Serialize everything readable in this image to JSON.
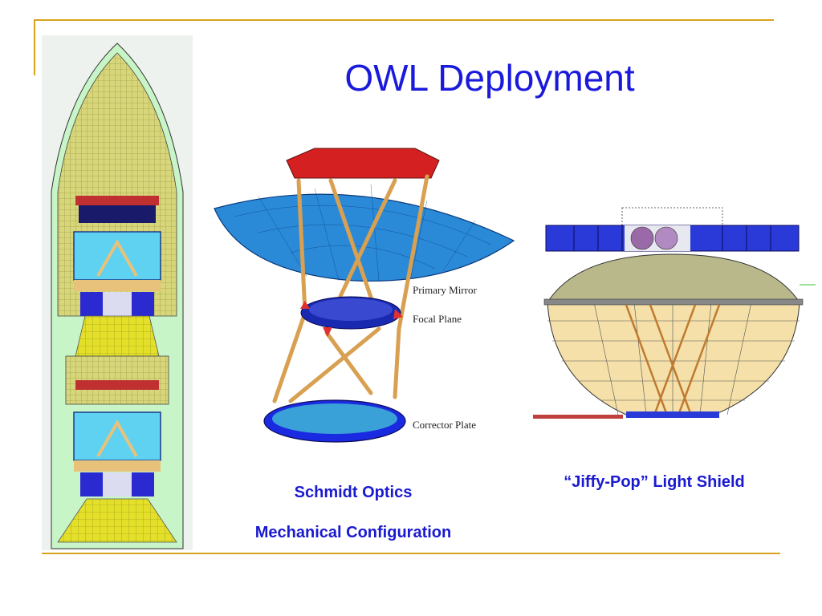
{
  "slide": {
    "title": "OWL Deployment"
  },
  "labels": {
    "primary_mirror": "Primary Mirror",
    "focal_plane": "Focal Plane",
    "corrector_plate": "Corrector Plate"
  },
  "captions": {
    "schmidt_line1": "Schmidt Optics",
    "schmidt_line2": "Mechanical Configuration",
    "light_shield": "“Jiffy-Pop” Light Shield"
  },
  "colors": {
    "accent_rule": "#d9a21b",
    "title": "#1a1adc",
    "caption": "#1a1ad0"
  }
}
